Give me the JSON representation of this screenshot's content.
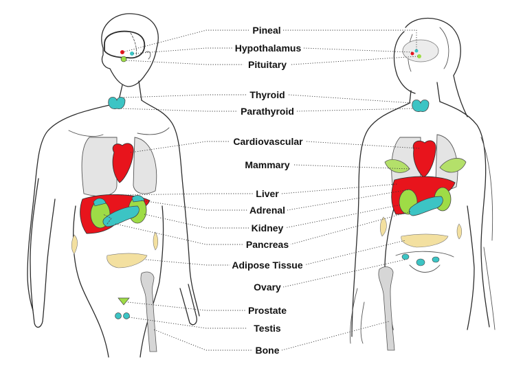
{
  "labels": {
    "pineal": "Pineal",
    "hypothalamus": "Hypothalamus",
    "pituitary": "Pituitary",
    "thyroid": "Thyroid",
    "parathyroid": "Parathyroid",
    "cardiovascular": "Cardiovascular",
    "mammary": "Mammary",
    "liver": "Liver",
    "adrenal": "Adrenal",
    "kidney": "Kidney",
    "pancreas": "Pancreas",
    "adipose": "Adipose Tissue",
    "ovary": "Ovary",
    "prostate": "Prostate",
    "testis": "Testis",
    "bone": "Bone"
  },
  "colors": {
    "heart": "#e8141c",
    "liver": "#e8141c",
    "thyroid": "#3cc4c4",
    "kidney": "#9edc46",
    "adipose": "#f3e0a0",
    "lung": "#e4e4e4",
    "bone": "#d6d6d6",
    "mammary": "#b4e06a"
  }
}
